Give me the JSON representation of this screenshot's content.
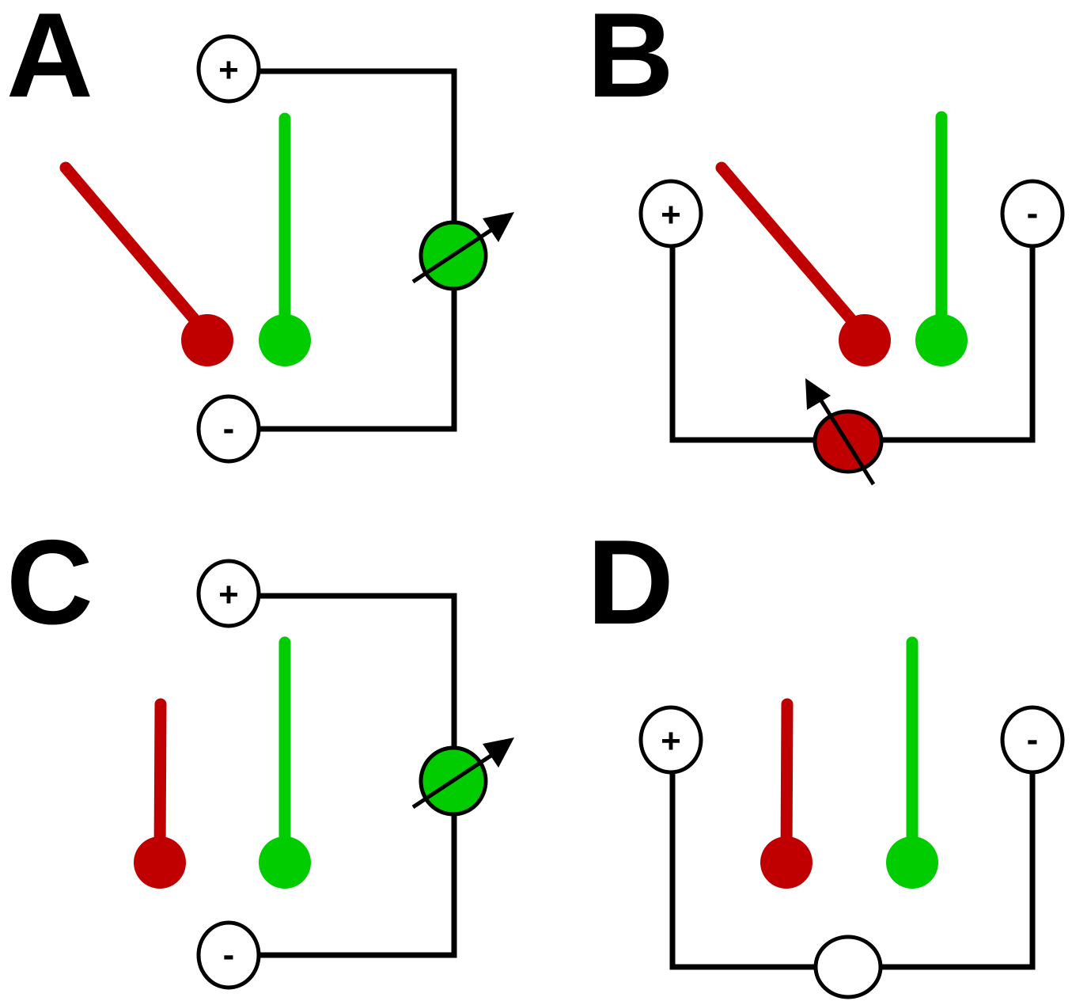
{
  "colors": {
    "red": "#c00000",
    "green": "#00cc00",
    "wire": "#000000",
    "terminal_fill": "#ffffff",
    "neutral_meter_fill": "#ffffff"
  },
  "panels": [
    {
      "label": "A",
      "terminal_plus": "+",
      "terminal_minus": "-",
      "meter_color": "green",
      "meter_arrow": true
    },
    {
      "label": "B",
      "terminal_plus": "+",
      "terminal_minus": "-",
      "meter_color": "red",
      "meter_arrow": true
    },
    {
      "label": "C",
      "terminal_plus": "+",
      "terminal_minus": "-",
      "meter_color": "green",
      "meter_arrow": true
    },
    {
      "label": "D",
      "terminal_plus": "+",
      "terminal_minus": "-",
      "meter_color": "none",
      "meter_arrow": false
    }
  ]
}
